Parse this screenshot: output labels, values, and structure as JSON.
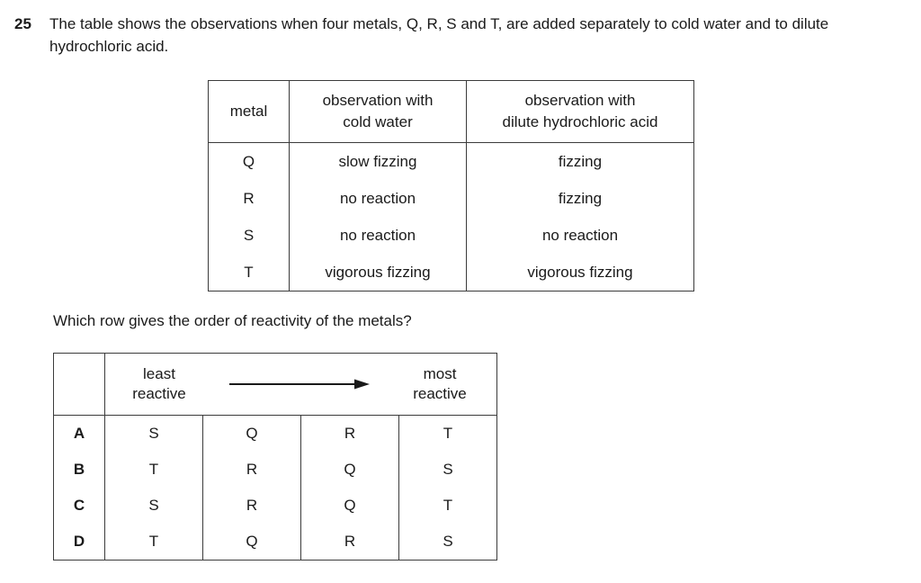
{
  "question": {
    "number": "25",
    "stem": "The table shows the observations when four metals, Q, R, S and T, are added separately to cold water and to dilute hydrochloric acid.",
    "prompt": "Which row gives the order of reactivity of the metals?"
  },
  "observation_table": {
    "headers": [
      "metal",
      "observation with\ncold water",
      "observation with\ndilute hydrochloric acid"
    ],
    "header_metal": "metal",
    "header_water_line1": "observation with",
    "header_water_line2": "cold water",
    "header_acid_line1": "observation with",
    "header_acid_line2": "dilute hydrochloric acid",
    "rows": [
      {
        "metal": "Q",
        "cold_water": "slow fizzing",
        "acid": "fizzing"
      },
      {
        "metal": "R",
        "cold_water": "no reaction",
        "acid": "fizzing"
      },
      {
        "metal": "S",
        "cold_water": "no reaction",
        "acid": "no reaction"
      },
      {
        "metal": "T",
        "cold_water": "vigorous fizzing",
        "acid": "vigorous fizzing"
      }
    ]
  },
  "answer_table": {
    "scale_left": "least\nreactive",
    "scale_right": "most\nreactive",
    "arrow_icon": "right-arrow-icon",
    "options": [
      {
        "label": "A",
        "order": [
          "S",
          "Q",
          "R",
          "T"
        ]
      },
      {
        "label": "B",
        "order": [
          "T",
          "R",
          "Q",
          "S"
        ]
      },
      {
        "label": "C",
        "order": [
          "S",
          "R",
          "Q",
          "T"
        ]
      },
      {
        "label": "D",
        "order": [
          "T",
          "Q",
          "R",
          "S"
        ]
      }
    ]
  },
  "colors": {
    "background": "#ffffff",
    "text": "#1a1a1a",
    "border": "#3b3b3b"
  }
}
